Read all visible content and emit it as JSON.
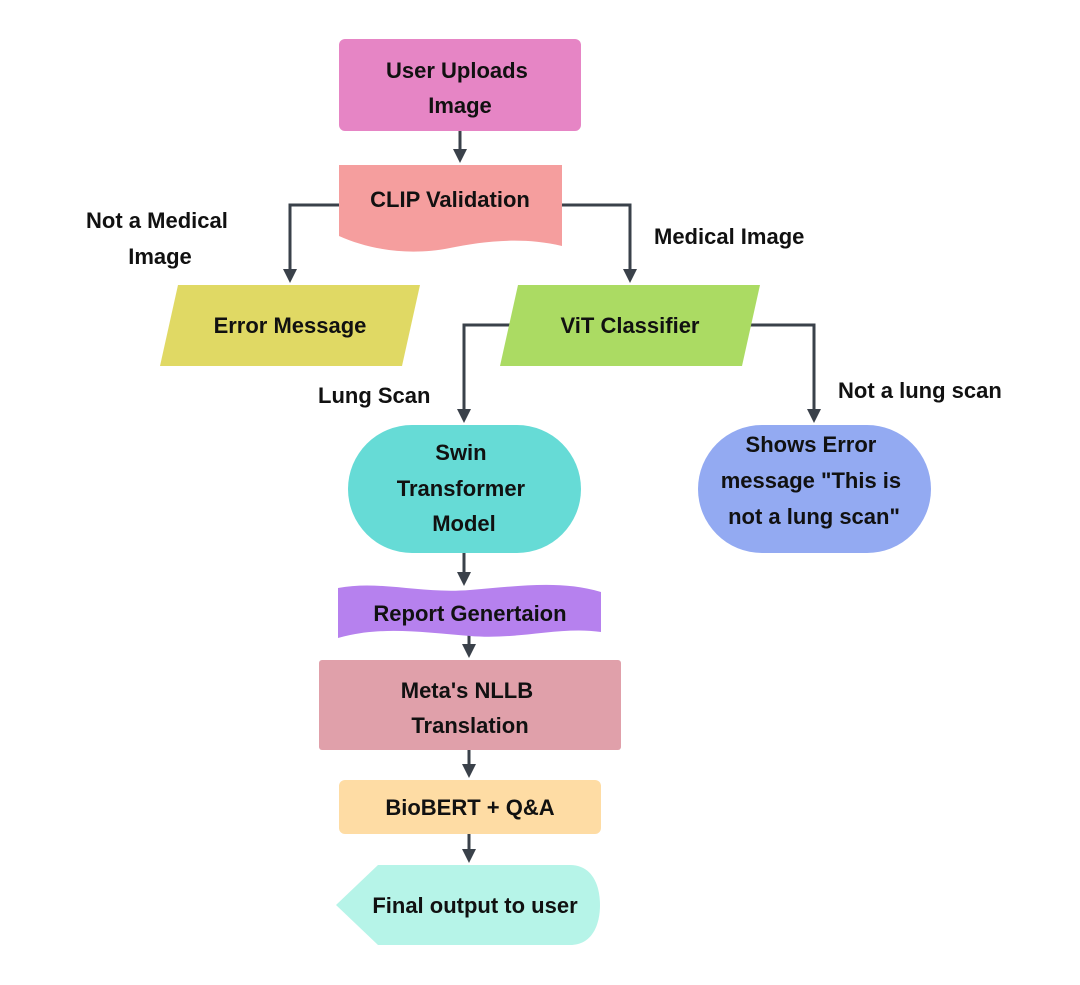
{
  "nodes": {
    "user_uploads": {
      "lines": [
        "User Uploads",
        "Image"
      ],
      "color": "#e685c5"
    },
    "clip_validation": {
      "lines": [
        "CLIP Validation"
      ],
      "color": "#f59e9e"
    },
    "error_message": {
      "lines": [
        "Error Message"
      ],
      "color": "#e0d964"
    },
    "vit_classifier": {
      "lines": [
        "ViT Classifier"
      ],
      "color": "#abdb63"
    },
    "swin_model": {
      "lines": [
        "Swin",
        "Transformer",
        "Model"
      ],
      "color": "#66dbd6"
    },
    "not_lung_error": {
      "lines": [
        "Shows Error",
        "message \"This is",
        "not a lung scan\""
      ],
      "color": "#93aaf2"
    },
    "report_generation": {
      "lines": [
        "Report Genertaion"
      ],
      "color": "#b681ee"
    },
    "nllb_translation": {
      "lines": [
        "Meta's NLLB",
        "Translation"
      ],
      "color": "#e0a0aa"
    },
    "biobert_qa": {
      "lines": [
        "BioBERT + Q&A"
      ],
      "color": "#fedca4"
    },
    "final_output": {
      "lines": [
        "Final output to user"
      ],
      "color": "#b6f4e8"
    }
  },
  "edge_labels": {
    "not_medical": [
      "Not a Medical",
      "Image"
    ],
    "medical": [
      "Medical Image"
    ],
    "lung_scan": [
      "Lung Scan"
    ],
    "not_lung": [
      "Not a lung scan"
    ]
  }
}
